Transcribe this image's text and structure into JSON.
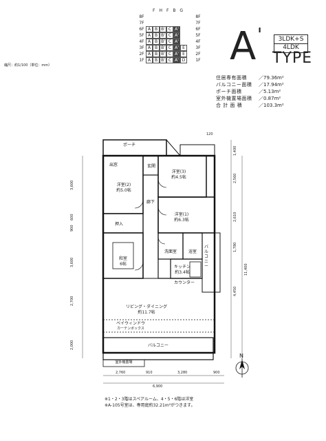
{
  "key_plan": {
    "rows": [
      {
        "label": "8F",
        "cells": [
          "",
          "",
          "",
          "",
          "",
          "",
          ""
        ]
      },
      {
        "label": "7F",
        "cells": [
          "",
          "",
          "",
          "",
          "",
          "",
          ""
        ]
      },
      {
        "label": "6F",
        "cells": [
          "A",
          "B",
          "B'",
          "C",
          "A'",
          "",
          ""
        ]
      },
      {
        "label": "5F",
        "cells": [
          "A",
          "B",
          "B'",
          "C",
          "A'",
          "",
          ""
        ]
      },
      {
        "label": "4F",
        "cells": [
          "A",
          "B",
          "B'",
          "C",
          "A'",
          "",
          ""
        ]
      },
      {
        "label": "3F",
        "cells": [
          "A",
          "B",
          "B'",
          "C",
          "A'",
          "E",
          ""
        ]
      },
      {
        "label": "2F",
        "cells": [
          "A",
          "B",
          "B'",
          "C",
          "A'",
          "E",
          ""
        ]
      },
      {
        "label": "1F",
        "cells": [
          "A",
          "B",
          "B'",
          "C",
          "A'",
          "D",
          ""
        ]
      }
    ],
    "top_labels": [
      "F",
      "H",
      "F",
      "B",
      "G"
    ],
    "right_labels": [
      "8F",
      "7F",
      "6F",
      "5F",
      "4F",
      "3F",
      "2F",
      "1F"
    ]
  },
  "type": {
    "letter": "A",
    "prime": "'",
    "layout_1": "3LDK+S",
    "layout_2": "4LDK",
    "word": "TYPE"
  },
  "scale_note": "縮尺：約1/100（単位：mm）",
  "areas": [
    {
      "label": "住居専有面積",
      "value": "／79.36m²"
    },
    {
      "label": "バルコニー面積",
      "value": "／17.94m²"
    },
    {
      "label": "ポーチ面積",
      "value": "／5.13m²"
    },
    {
      "label": "室外機置場面積",
      "value": "／0.87m²"
    },
    {
      "label": "合 計 面 積",
      "value": "／103.3m²"
    }
  ],
  "rooms": {
    "porch": "ポーチ",
    "genkan": "玄関",
    "storage_room": "出窓",
    "western2": "洋室(2)",
    "western2_size": "約5.0帖",
    "western3": "洋室(3)",
    "western3_size": "約4.5帖",
    "western1": "洋室(1)",
    "western1_size": "約6.3帖",
    "ukakusei": "押入",
    "washitsu": "和室",
    "washitsu_size": "6帖",
    "senmenjo": "洗面室",
    "bath": "浴室",
    "kitchen": "キッチン",
    "kitchen_size": "約3.4帖",
    "counter": "カウンター",
    "living": "リビング・ダイニング",
    "living_size": "約11.7帖",
    "baywindow": "ベイウィンドウ",
    "baywindow_sub": "カーテンボックス",
    "balcony": "バルコニー",
    "balcony_side": "バルコニー",
    "outdoor_unit": "室外機置場",
    "hall": "廊下"
  },
  "dims": {
    "top": "120",
    "left": [
      "3,600",
      "600",
      "900",
      "3,600",
      "2,700",
      "2,000"
    ],
    "right_inner": [
      "1,400",
      "2,560",
      "2,610",
      "1,780",
      "4,450"
    ],
    "right_outer": "11,400",
    "bottom": [
      "2,760",
      "910",
      "3,280",
      "900"
    ],
    "bottom_total": "6,900"
  },
  "north_label": "N",
  "notes": [
    "※1・2・3階はスペアルーム、4・5・6階は洋室",
    "※A-105号室は、専用庭約32.21m²がつきます。"
  ]
}
